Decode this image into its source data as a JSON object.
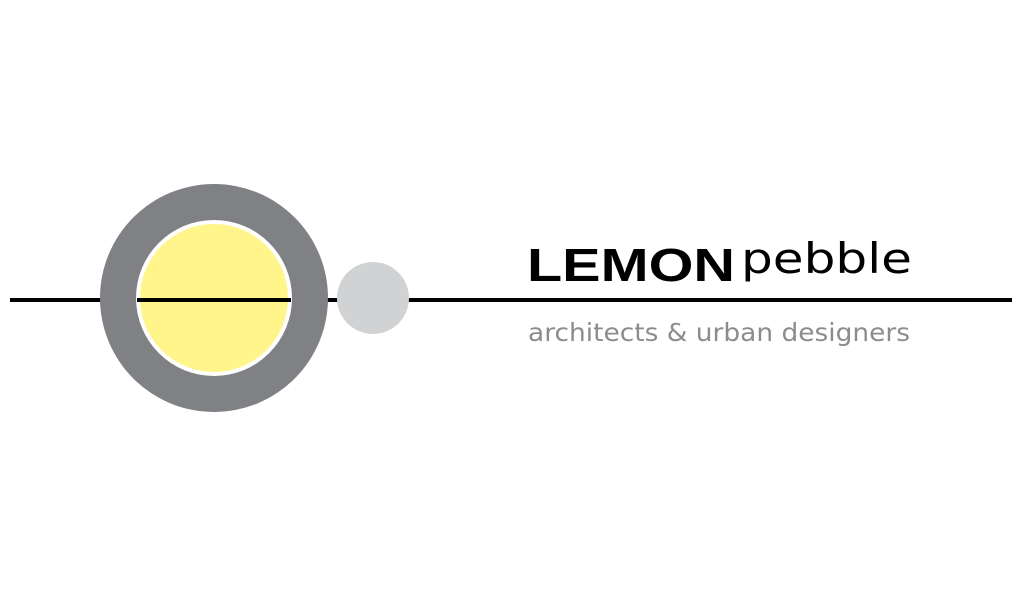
{
  "logo": {
    "name_bold": "LEMON",
    "name_light": "pebble",
    "tagline": "architects & urban designers"
  },
  "colors": {
    "background": "#ffffff",
    "ring": "#808184",
    "sun": "#fff58a",
    "pebble": "#d1d2d4",
    "line": "#000000",
    "name": "#000000",
    "tagline": "#8c8c8e"
  }
}
